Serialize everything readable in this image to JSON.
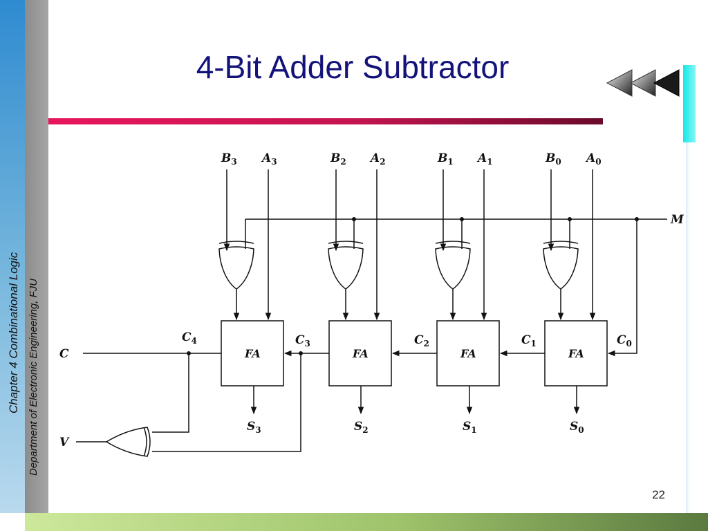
{
  "slide": {
    "title": "4-Bit Adder Subtractor",
    "page_number": "22",
    "side_text_1": "Chapter 4 Combinational Logic",
    "side_text_2": "Department of Electronic Engineering, FJU"
  },
  "diagram": {
    "stages": [
      {
        "b": "B",
        "b_sub": "3",
        "a": "A",
        "a_sub": "3",
        "block": "FA",
        "s": "S",
        "s_sub": "3",
        "cin": "C",
        "cin_sub": "3"
      },
      {
        "b": "B",
        "b_sub": "2",
        "a": "A",
        "a_sub": "2",
        "block": "FA",
        "s": "S",
        "s_sub": "2",
        "cin": "C",
        "cin_sub": "2"
      },
      {
        "b": "B",
        "b_sub": "1",
        "a": "A",
        "a_sub": "1",
        "block": "FA",
        "s": "S",
        "s_sub": "1",
        "cin": "C",
        "cin_sub": "1"
      },
      {
        "b": "B",
        "b_sub": "0",
        "a": "A",
        "a_sub": "0",
        "block": "FA",
        "s": "S",
        "s_sub": "0",
        "cin": "C",
        "cin_sub": "0"
      }
    ],
    "carry_out": {
      "text": "C",
      "sub": "4"
    },
    "mode_input": "M",
    "carry_output": "C",
    "overflow_output": "V"
  }
}
